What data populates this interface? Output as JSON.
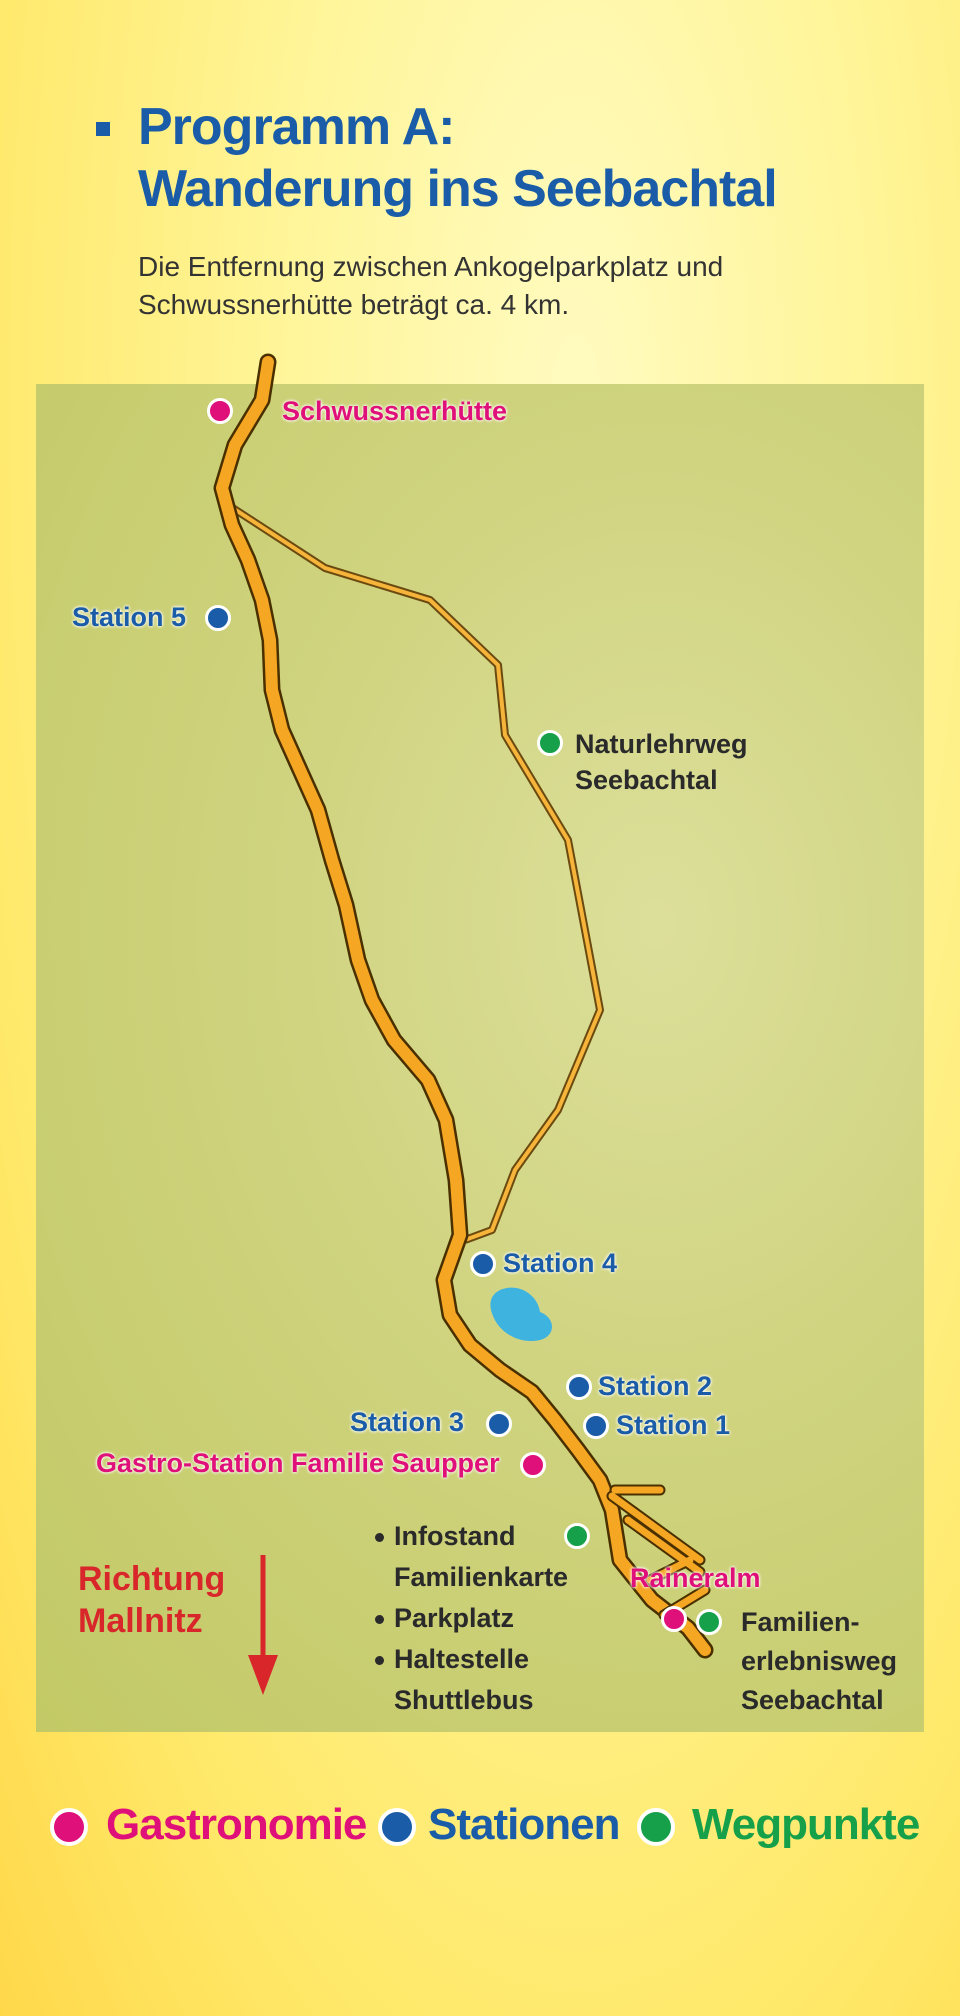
{
  "header": {
    "title_line1": "Programm A:",
    "title_line2": "Wanderung ins Seebachtal",
    "subtitle": "Die Entfernung zwischen Ankogelparkplatz und Schwussnerhütte beträgt ca. 4 km."
  },
  "map": {
    "gastro_top": "Schwussnerhütte",
    "station5": "Station 5",
    "naturlehrweg_line1": "Naturlehrweg",
    "naturlehrweg_line2": "Seebachtal",
    "station4": "Station 4",
    "station2": "Station 2",
    "station3": "Station 3",
    "station1": "Station 1",
    "gastro_sauper": "Gastro-Station Familie Saupper",
    "info_line1": "Infostand",
    "info_line2": "Familienkarte",
    "parkplatz": "Parkplatz",
    "haltestelle_line1": "Haltestelle",
    "haltestelle_line2": "Shuttlebus",
    "raineralm": "Raineralm",
    "familien_line1": "Familien-",
    "familien_line2": "erlebnisweg",
    "familien_line3": "Seebachtal",
    "direction_line1": "Richtung",
    "direction_line2": "Mallnitz"
  },
  "legend": {
    "gastronomie": "Gastronomie",
    "stationen": "Stationen",
    "wegpunkte": "Wegpunkte"
  },
  "colors": {
    "gastro": "#e0107a",
    "station": "#1a5ca8",
    "waypoint": "#17a04a",
    "direction": "#d8262a",
    "path": "#f5a623"
  }
}
